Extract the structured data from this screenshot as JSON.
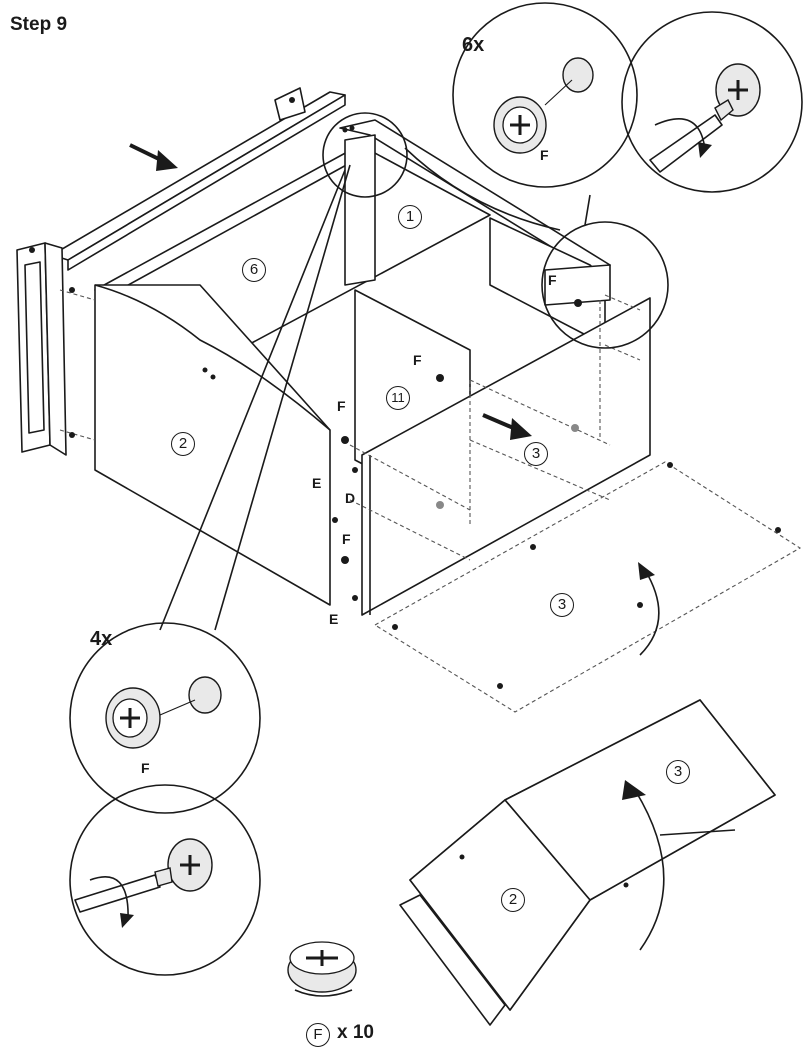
{
  "step": {
    "title": "Step 9"
  },
  "callouts": {
    "top_qty": "6x",
    "left_qty": "4x"
  },
  "parts": {
    "p1": "1",
    "p2": "2",
    "p3": "3",
    "p6": "6",
    "p11": "11",
    "p3_front": "3",
    "p3_bottom": "3",
    "p3_flip": "3",
    "p2_flip": "2"
  },
  "fittings": {
    "F_top_callout": "F",
    "F_right": "F",
    "F_center": "F",
    "F_left_top": "F",
    "E_upper": "E",
    "D": "D",
    "F_left_low": "F",
    "E_lower": "E",
    "F_left_callout": "F"
  },
  "footer": {
    "part_letter": "F",
    "count": "x 10"
  }
}
